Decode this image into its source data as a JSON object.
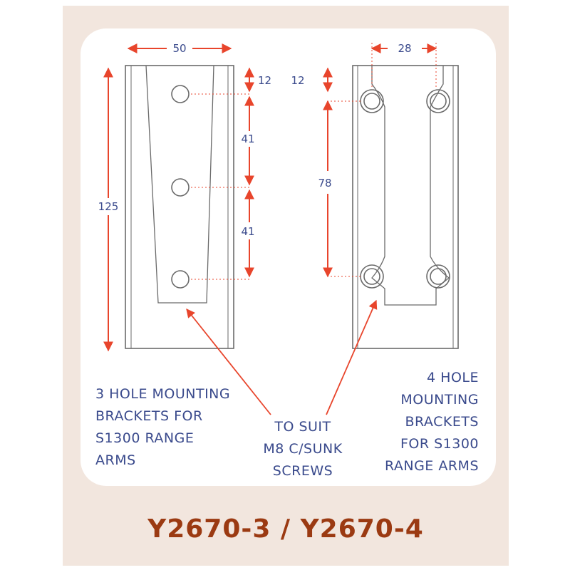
{
  "diagram": {
    "left_bracket": {
      "width_label": "50",
      "height_label": "125",
      "top_offset_label": "12",
      "spacing_labels": [
        "41",
        "41"
      ]
    },
    "right_bracket": {
      "width_label": "28",
      "top_offset_label": "12",
      "spacing_label": "78"
    },
    "captions": {
      "left": "3 HOLE MOUNTING\nBRACKETS FOR\nS1300 RANGE\nARMS",
      "middle": "TO SUIT\nM8 C/SUNK\nSCREWS",
      "right": "4 HOLE\nMOUNTING\nBRACKETS\nFOR S1300\nRANGE ARMS"
    },
    "product_code": "Y2670-3 / Y2670-4",
    "colors": {
      "background": "#f2e6de",
      "line": "#6a6a6a",
      "dimension_arrow": "#e8452c",
      "text": "#3a4a8c",
      "product_code": "#9b3a12"
    }
  }
}
